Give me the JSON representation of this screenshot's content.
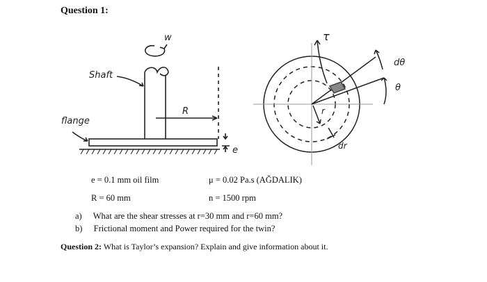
{
  "question1": {
    "title": "Question 1:",
    "figure_labels": {
      "omega": "w",
      "shaft": "Shaft",
      "flange": "flange",
      "radius": "R",
      "gap": "e",
      "tau": "τ",
      "dtheta": "dθ",
      "theta": "θ",
      "r": "r",
      "dr": "dr"
    },
    "given": {
      "e": "e = 0.1 mm oil film",
      "mu": "μ = 0.02 Pa.s (AĞDALIK)",
      "R": "R = 60 mm",
      "n": "n = 1500 rpm"
    },
    "parts": [
      {
        "marker": "a)",
        "text": "What are the shear stresses at r=30 mm and r=60 mm?"
      },
      {
        "marker": "b)",
        "text": "Frictional moment and Power required for the twin?"
      }
    ]
  },
  "question2": {
    "label": "Question 2:",
    "text": "What is Taylor’s expansion? Explain and give information about it."
  }
}
